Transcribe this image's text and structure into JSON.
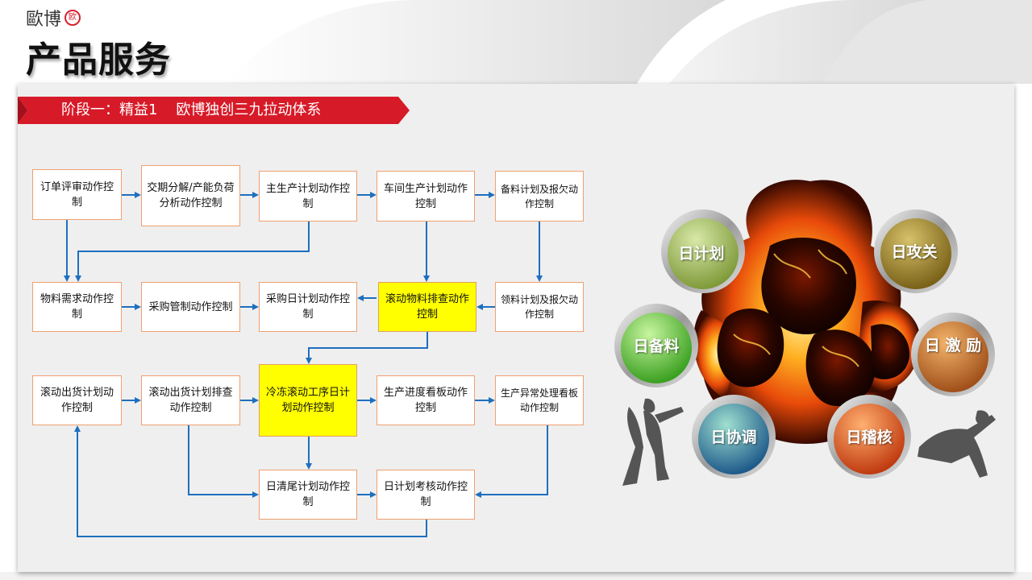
{
  "logo": {
    "text": "歐博",
    "mark": "欧"
  },
  "page_title": "产品服务",
  "banner": "阶段一：精益1    欧博独创三九拉动体系",
  "flow": {
    "row1": [
      "订单评审动作控制",
      "交期分解/产能负荷分析动作控制",
      "主生产计划动作控制",
      "车间生产计划动作控制",
      "备料计划及报欠动作控制"
    ],
    "row2": [
      "物料需求动作控制",
      "采购管制动作控制",
      "采购日计划动作控制",
      "滚动物料排查动作控制",
      "领料计划及报欠动作控制"
    ],
    "row3": [
      "滚动出货计划动作控制",
      "滚动出货计划排查动作控制",
      "冷冻滚动工序日计划动作控制",
      "生产进度看板动作控制",
      "生产异常处理看板动作控制"
    ],
    "row4": [
      "日清尾计划动作控制",
      "日计划考核动作控制"
    ]
  },
  "circles": [
    "日计划",
    "日攻关",
    "日备料",
    "日 激 励",
    "日协调",
    "日稽核"
  ],
  "colors": {
    "banner_red": "#d71a28",
    "arrow_blue": "#1e6fbf",
    "box_border": "#f0a070",
    "highlight": "#ffff00"
  }
}
